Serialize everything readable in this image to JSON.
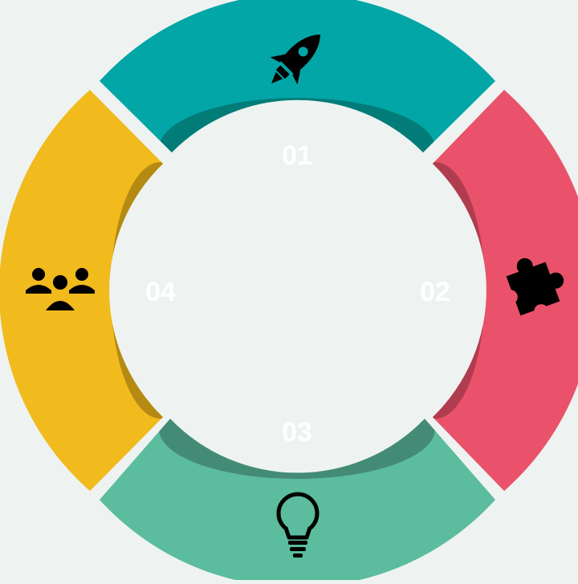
{
  "segments": [
    {
      "id": "01",
      "label": "01",
      "icon": "rocket-icon",
      "outer_color": "#03a6a6",
      "inner_color": "#027c78"
    },
    {
      "id": "02",
      "label": "02",
      "icon": "puzzle-icon",
      "outer_color": "#e9526a",
      "inner_color": "#b03d4f"
    },
    {
      "id": "03",
      "label": "03",
      "icon": "lightbulb-icon",
      "outer_color": "#5bbc9e",
      "inner_color": "#448b76"
    },
    {
      "id": "04",
      "label": "04",
      "icon": "team-icon",
      "outer_color": "#f1ba1d",
      "inner_color": "#b58a12"
    }
  ],
  "background_color": "#eef3f1",
  "icon_color": "#000000"
}
